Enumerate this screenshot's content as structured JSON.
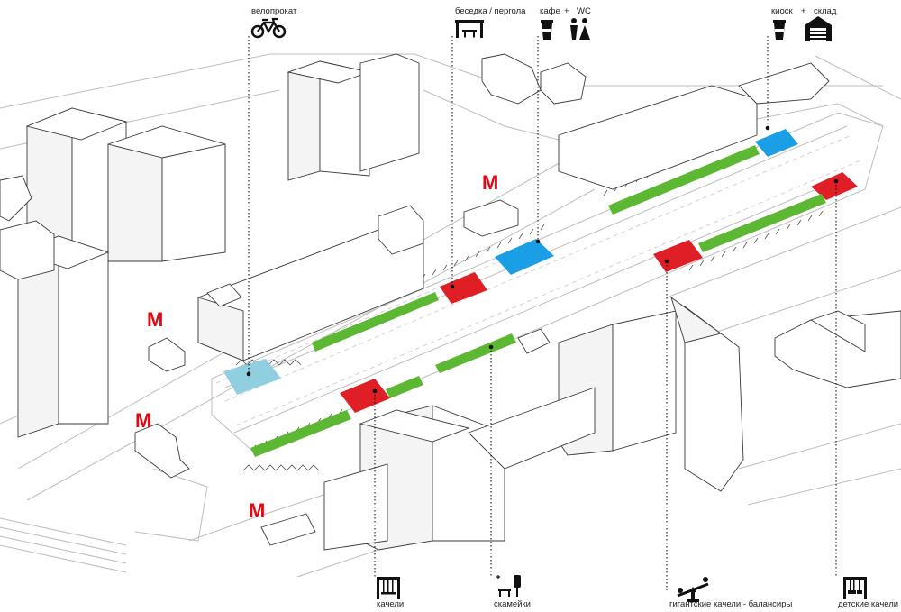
{
  "colors": {
    "swing_pad": "#e01e26",
    "cafe_pad": "#1a9ee6",
    "bench_strip": "#5cb832",
    "bike_pad": "#8fcfe0",
    "metro": "#e30613"
  },
  "metro_symbol": "M",
  "top_labels": {
    "bike": "велопрокат",
    "pavilion": "беседка / пергола",
    "cafe": "кафе",
    "plus1": "+",
    "wc": "WC",
    "kiosk": "киоск",
    "plus2": "+",
    "storage": "склад"
  },
  "bottom_labels": {
    "swings": "качели",
    "benches": "скамейки",
    "giant_swings": "гигантские качели - балансиры",
    "kids_swings": "детские качели"
  },
  "icons": [
    "bicycle-icon",
    "pavilion-icon",
    "coffee-cup-icon",
    "toilet-icon",
    "kiosk-cup-icon",
    "warehouse-icon",
    "swing-icon",
    "bench-icon",
    "seesaw-icon",
    "kids-swing-icon",
    "metro-icon"
  ]
}
